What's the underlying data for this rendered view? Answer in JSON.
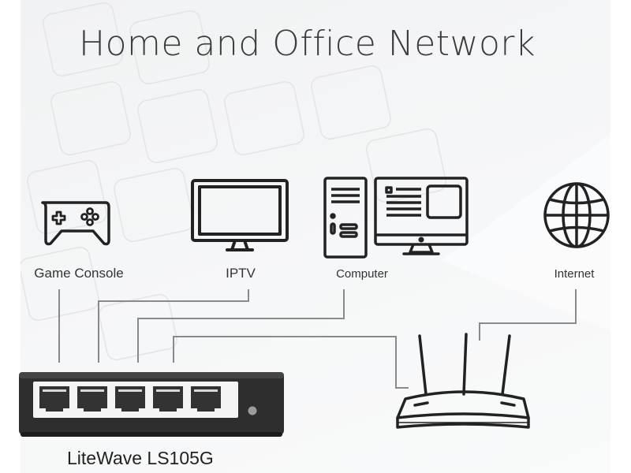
{
  "title": "Home and Office Network",
  "devices": [
    {
      "id": "game-console",
      "label": "Game Console",
      "icon": "game-controller-icon"
    },
    {
      "id": "iptv",
      "label": "IPTV",
      "icon": "tv-monitor-icon"
    },
    {
      "id": "computer",
      "label": "Computer",
      "icon": "desktop-computer-icon"
    },
    {
      "id": "internet",
      "label": "Internet",
      "icon": "globe-icon"
    }
  ],
  "switch": {
    "label": "LiteWave LS105G",
    "icon": "network-switch-icon"
  },
  "router": {
    "icon": "wireless-router-icon"
  },
  "colors": {
    "line": "#8a8a8a",
    "icon": "#222222",
    "switch_body": "#2b2b2b"
  }
}
